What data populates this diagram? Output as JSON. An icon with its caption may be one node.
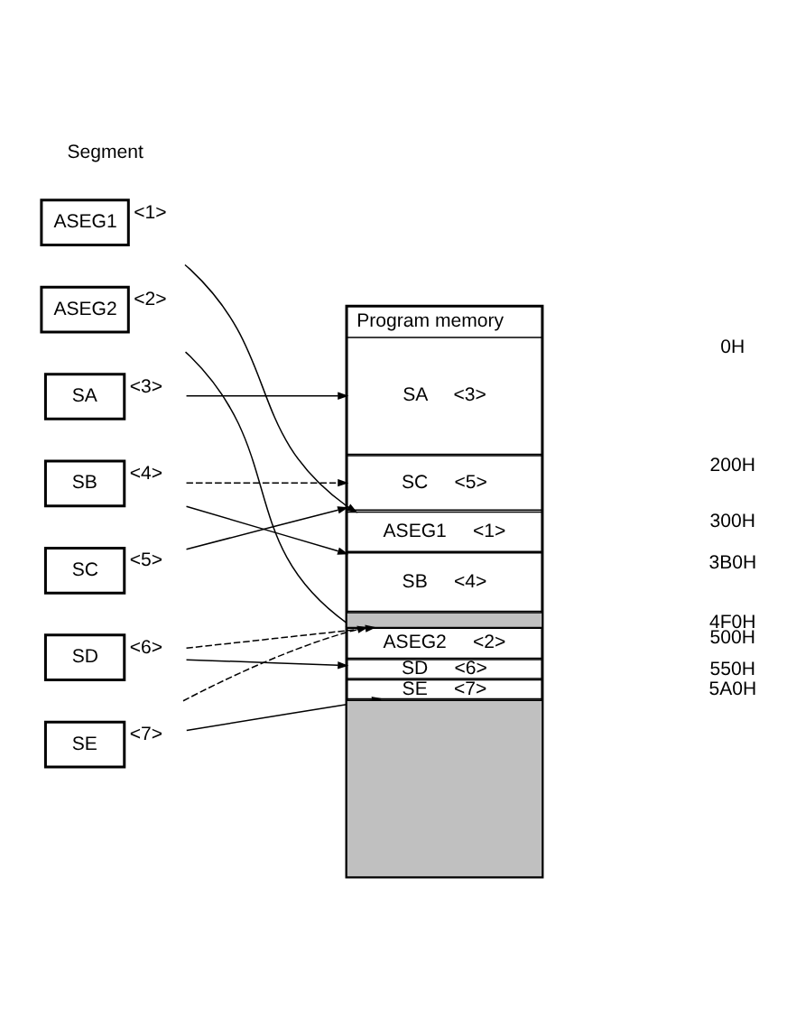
{
  "diagram": {
    "nodes": [
      {
        "text": [
          "ASEG1"
        ],
        "beside": [
          "<1>"
        ]
      },
      {
        "text": [
          "ASEG2"
        ],
        "beside": [
          "<2>"
        ]
      },
      {
        "text": [
          "SA"
        ],
        "beside": [
          "<3>"
        ]
      },
      {
        "text": [
          "SB"
        ],
        "beside": [
          "<4>"
        ]
      },
      {
        "text": [
          "SC"
        ],
        "beside": [
          "<5>"
        ]
      },
      {
        "text": [
          "SD"
        ],
        "beside": [
          "<6>"
        ]
      },
      {
        "text": [
          "SE"
        ],
        "beside": [
          "<7>"
        ]
      },
      {
        "text": [
          "Program memory"
        ]
      },
      {
        "text": [
          "SA",
          "<3>"
        ],
        "in": 7
      },
      {
        "text": [
          "SC",
          "<5>"
        ],
        "in": 7
      },
      {
        "text": [
          "ASEG1",
          "<1>"
        ],
        "in": 7
      },
      {
        "text": [
          "SB",
          "<4>"
        ],
        "in": 7
      },
      {
        "text": [],
        "shape": "box",
        "in": 7
      },
      {
        "text": [
          "ASEG2",
          "<2>"
        ],
        "in": 7
      },
      {
        "text": [
          "SD",
          "<6>"
        ],
        "in": 7
      },
      {
        "text": [
          "SE",
          "<7>"
        ],
        "in": 7
      },
      {
        "text": [],
        "shape": "box",
        "in": 7
      }
    ],
    "edges": [
      {
        "from": 0,
        "to": 10,
        "arrow": "to"
      },
      {
        "from": 1,
        "to": 13,
        "arrow": "to"
      },
      {
        "from": 2,
        "to": 8,
        "arrow": "to"
      },
      {
        "from": 3,
        "to": 11,
        "arrow": "to"
      },
      {
        "from": 3,
        "to": 9,
        "arrow": "to",
        "style": "dashed"
      },
      {
        "from": 4,
        "to": 9,
        "arrow": "to"
      },
      {
        "from": 5,
        "to": 14,
        "arrow": "to"
      },
      {
        "from": 5,
        "to": 12,
        "arrow": "to",
        "style": "dashed"
      },
      {
        "from": 6,
        "to": 15,
        "arrow": "to"
      },
      {
        "from": 6,
        "to": 12,
        "arrow": "to",
        "style": "dashed"
      }
    ],
    "labels": [
      "Segment",
      "0H",
      "200H",
      "300H",
      "3B0H",
      "4F0H",
      "500H",
      "550H",
      "5A0H"
    ]
  }
}
